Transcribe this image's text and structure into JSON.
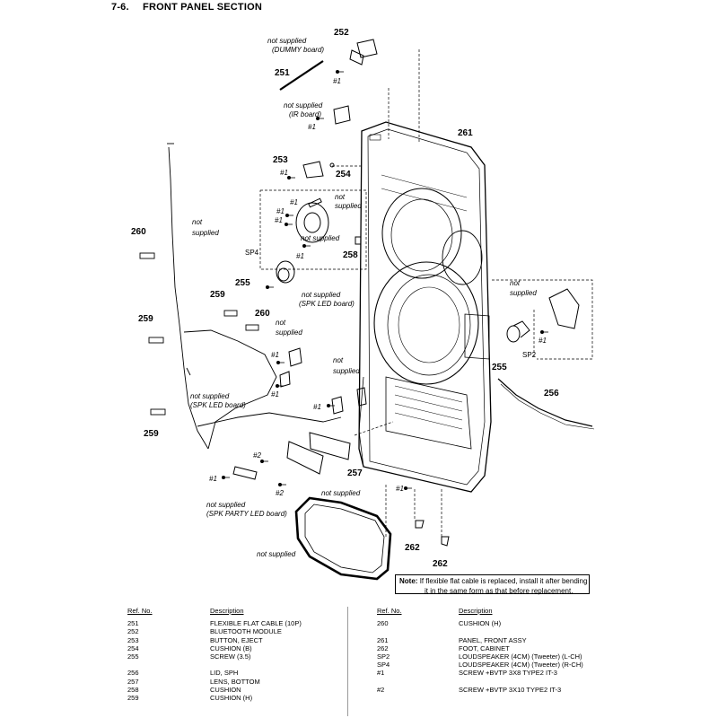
{
  "header": {
    "section_number": "7-6.",
    "section_title": "FRONT PANEL SECTION"
  },
  "callouts": {
    "c251": "251",
    "c252": "252",
    "c253": "253",
    "c254": "254",
    "c255a": "255",
    "c255b": "255",
    "c256": "256",
    "c257": "257",
    "c258": "258",
    "c259a": "259",
    "c259b": "259",
    "c259c": "259",
    "c260a": "260",
    "c260b": "260",
    "c261": "261",
    "c262a": "262",
    "c262b": "262",
    "sp4": "SP4",
    "sp2": "SP2",
    "s1a": "#1",
    "s1b": "#1",
    "s1c": "#1",
    "s1d": "#1",
    "s1e": "#1",
    "s1f": "#1",
    "s1g": "#1",
    "s1h": "#1",
    "s1i": "#1",
    "s1j": "#1",
    "s1k": "#1",
    "s1l": "#1",
    "s1m": "#1",
    "s2a": "#2",
    "s2b": "#2"
  },
  "annotations": {
    "dummy_1": "not supplied",
    "dummy_2": "(DUMMY board)",
    "ir_1": "not supplied",
    "ir_2": "(IR board)",
    "ns_top_1": "not",
    "ns_top_2": "supplied",
    "ns_left_1": "not",
    "ns_left_2": "supplied",
    "ns_mid": "not supplied",
    "spkled_top_1": "not supplied",
    "spkled_top_2": "(SPK LED board)",
    "ns_sp_1": "not",
    "ns_sp_2": "supplied",
    "ns_ctr_1": "not",
    "ns_ctr_2": "supplied",
    "spkled_bot_1": "not supplied",
    "spkled_bot_2": "(SPK LED board)",
    "ns_right_1": "not",
    "ns_right_2": "supplied",
    "ns_257": "not supplied",
    "party_1": "not supplied",
    "party_2": "(SPK PARTY LED board)",
    "ns_bottom": "not supplied"
  },
  "note": {
    "label": "Note:",
    "line1": "If flexible flat cable is replaced, install it after bending",
    "line2": "it in the same form as that before replacement."
  },
  "parts_table": {
    "headers": {
      "ref": "Ref. No.",
      "desc": "Description"
    },
    "left": [
      {
        "ref": "251",
        "desc": "FLEXIBLE FLAT CABLE (10P)"
      },
      {
        "ref": "252",
        "desc": "BLUETOOTH MODULE"
      },
      {
        "ref": "253",
        "desc": "BUTTON, EJECT"
      },
      {
        "ref": "254",
        "desc": "CUSHION (B)"
      },
      {
        "ref": "255",
        "desc": "SCREW (3.5)"
      },
      {
        "ref": "",
        "desc": ""
      },
      {
        "ref": "256",
        "desc": "LID, SPH"
      },
      {
        "ref": "257",
        "desc": "LENS, BOTTOM"
      },
      {
        "ref": "258",
        "desc": "CUSHION"
      },
      {
        "ref": "259",
        "desc": "CUSHION (H)"
      }
    ],
    "right": [
      {
        "ref": "260",
        "desc": "CUSHION (H)"
      },
      {
        "ref": "",
        "desc": ""
      },
      {
        "ref": "261",
        "desc": "PANEL, FRONT ASSY"
      },
      {
        "ref": "262",
        "desc": "FOOT, CABINET"
      },
      {
        "ref": "SP2",
        "desc": "LOUDSPEAKER (4CM) (Tweeter) (L-CH)"
      },
      {
        "ref": "SP4",
        "desc": "LOUDSPEAKER (4CM) (Tweeter) (R-CH)"
      },
      {
        "ref": "#1",
        "desc": "SCREW +BVTP 3X8 TYPE2 IT-3"
      },
      {
        "ref": "",
        "desc": ""
      },
      {
        "ref": "#2",
        "desc": "SCREW +BVTP 3X10 TYPE2 IT-3"
      }
    ]
  }
}
